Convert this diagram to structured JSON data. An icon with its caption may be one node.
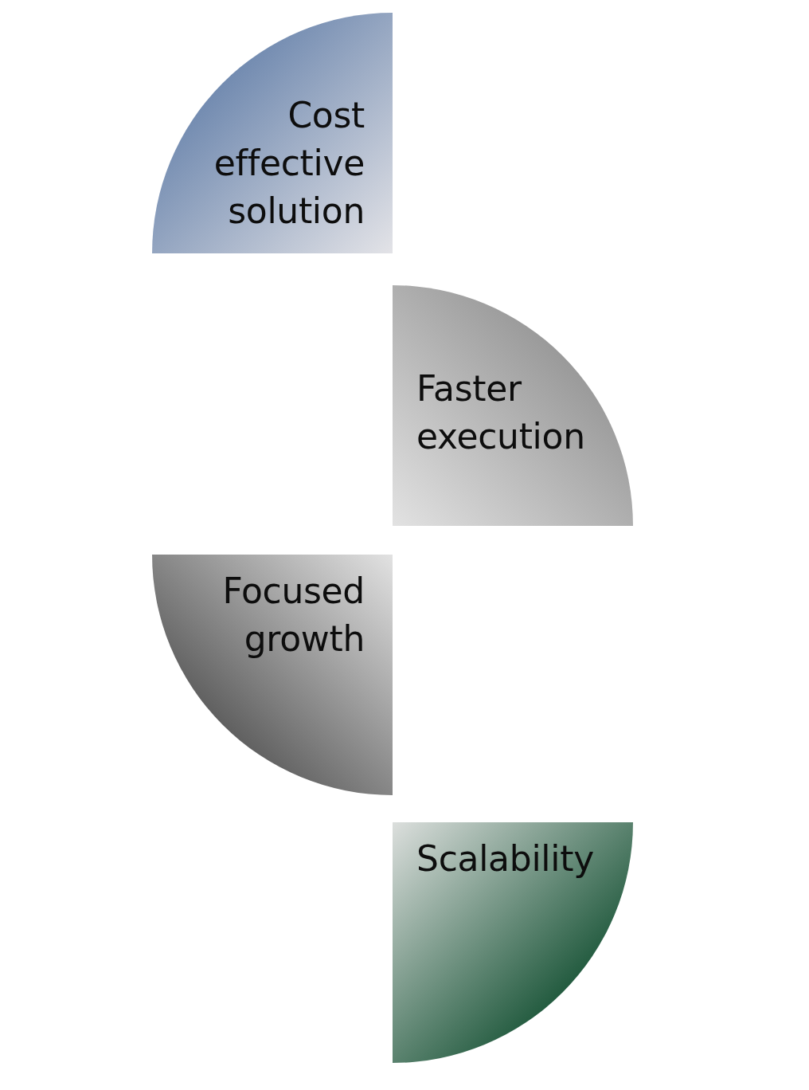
{
  "diagram": {
    "nodes": [
      {
        "text": [
          "Cost effective solution"
        ]
      },
      {
        "text": [
          "Faster execution"
        ]
      },
      {
        "text": [
          "Focused growth"
        ]
      },
      {
        "text": [
          "Scalability"
        ]
      }
    ]
  }
}
